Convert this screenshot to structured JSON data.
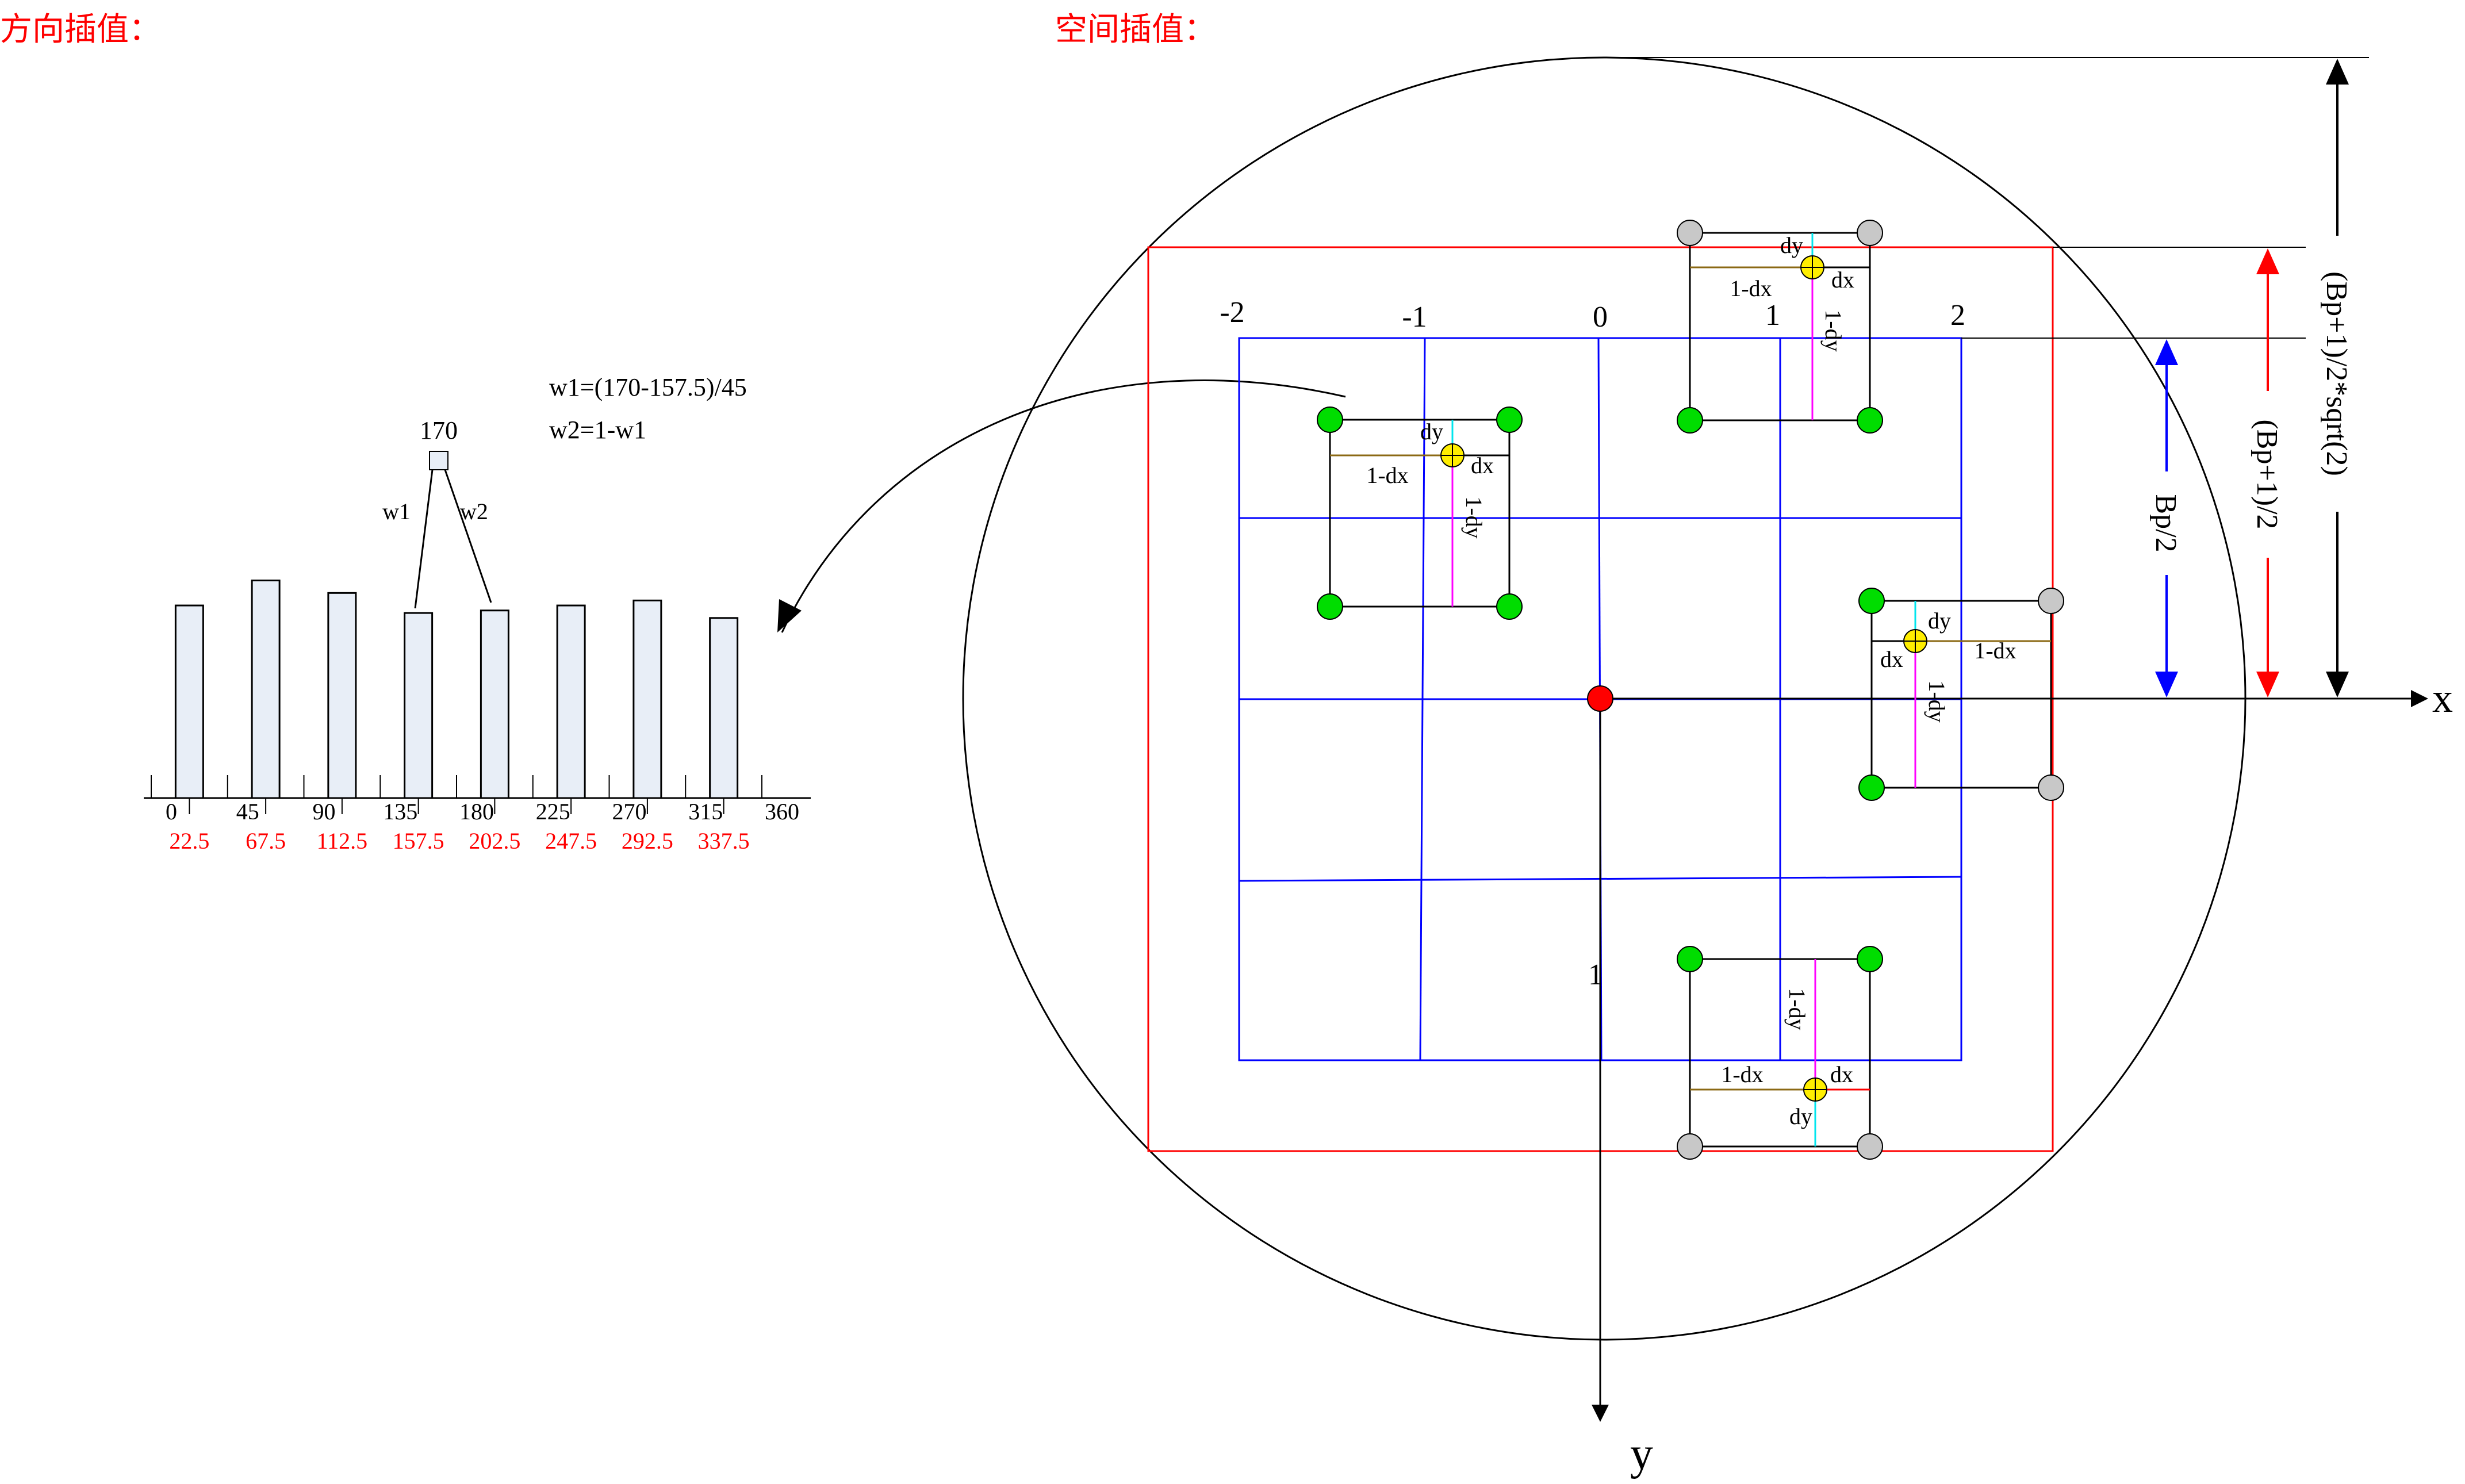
{
  "direction": {
    "title": "方向插值：",
    "sample_value": "170",
    "weight_formula_1": "w1=(170-157.5)/45",
    "weight_formula_2": "w2=1-w1",
    "weight_labels": [
      "w1",
      "w2"
    ],
    "bin_values": [
      0.77,
      0.87,
      0.82,
      0.74,
      0.75,
      0.77,
      0.79,
      0.72
    ],
    "bin_centers": [
      "22.5",
      "67.5",
      "112.5",
      "157.5",
      "202.5",
      "247.5",
      "292.5",
      "337.5"
    ],
    "tick_labels": [
      "0",
      "45",
      "90",
      "135",
      "180",
      "225",
      "270",
      "315",
      "360"
    ]
  },
  "spatial": {
    "title": "空间插值：",
    "column_labels": [
      "-2",
      "-1",
      "0",
      "1",
      "2"
    ],
    "row_label": "1",
    "x_axis": "x",
    "y_axis": "y",
    "dim_labels": {
      "half_bp": "Bp/2",
      "half_bp_plus": "(Bp+1)/2",
      "radius": "(Bp+1)/2*sqrt(2)"
    },
    "cell_labels": {
      "dx": "dx",
      "dy": "dy",
      "one_minus_dx": "1-dx",
      "one_minus_dy": "1-dy"
    }
  },
  "colors": {
    "title_red": "#ff0000",
    "grid_blue": "#0000ff",
    "frame_red": "#ff0000",
    "bar_fill": "#e8eef7",
    "node_green": "#00dd00",
    "node_gray": "#c8c8c8",
    "sample_yellow": "#ffee00",
    "center_red": "#ff0000",
    "dy_line": "#00e5ee",
    "dx_line": "#8b6914",
    "one_minus_dy_line": "#ff00ff"
  }
}
